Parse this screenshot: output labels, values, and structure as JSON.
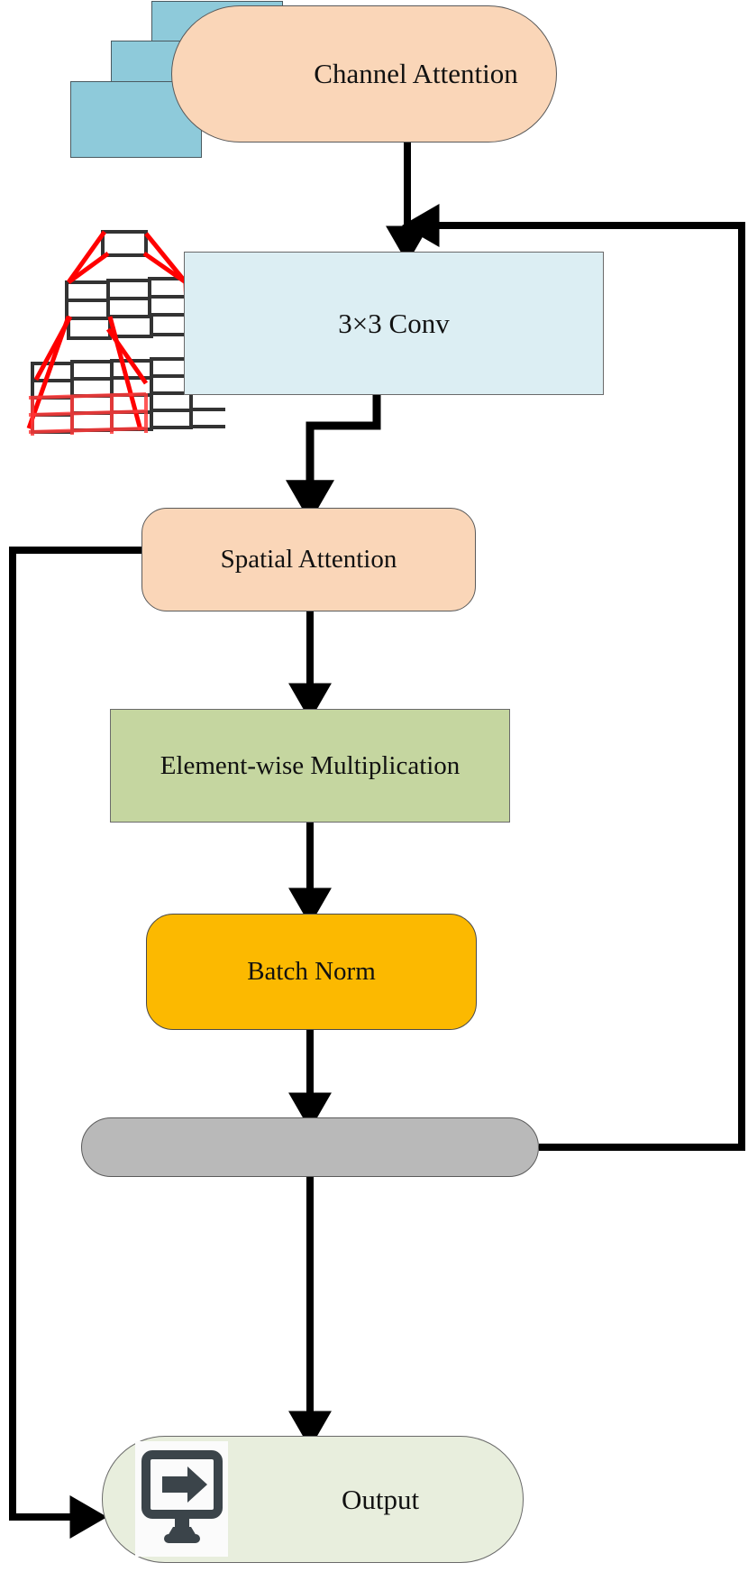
{
  "diagram": {
    "title": "Attention module block diagram",
    "nodes": {
      "channel_attention": {
        "label": "Channel Attention",
        "fill": "#fad6b8",
        "shape": "stadium"
      },
      "conv": {
        "label": "3×3 Conv",
        "fill": "#dceef3",
        "shape": "rect"
      },
      "spatial_attention": {
        "label": "Spatial Attention",
        "fill": "#fad6b8",
        "shape": "rounded-rect"
      },
      "element_wise_multiplication": {
        "label": "Element-wise Multiplication",
        "fill": "#c5d6a0",
        "shape": "rect"
      },
      "batch_norm": {
        "label": "Batch Norm",
        "fill": "#fcb900",
        "shape": "rounded-rect"
      },
      "concat_pill": {
        "label": "",
        "fill": "#b9b9b9",
        "shape": "stadium"
      },
      "output": {
        "label": "Output",
        "fill": "#e8eedd",
        "shape": "stadium",
        "icon": "monitor-export-icon"
      }
    },
    "decorations": {
      "feature_maps_icon": "stacked-feature-maps-icon",
      "feature_maps_fill": "#8ecada",
      "pyramid_icon": "feature-pyramid-grid-icon",
      "pyramid_highlight_color": "#ff0000",
      "pyramid_grid_color": "#333333"
    },
    "edges": [
      {
        "from": "channel_attention",
        "to": "conv",
        "type": "arrow-down"
      },
      {
        "from": "conv",
        "to": "spatial_attention",
        "type": "arrow-down-jog"
      },
      {
        "from": "spatial_attention",
        "to": "element_wise_multiplication",
        "type": "arrow-down"
      },
      {
        "from": "element_wise_multiplication",
        "to": "batch_norm",
        "type": "arrow-down"
      },
      {
        "from": "batch_norm",
        "to": "concat_pill",
        "type": "arrow-down"
      },
      {
        "from": "concat_pill",
        "to": "output",
        "type": "arrow-down"
      },
      {
        "from": "concat_pill",
        "to": "conv",
        "type": "feedback-right-up"
      },
      {
        "from": "spatial_attention",
        "to": "output",
        "type": "skip-left-down"
      }
    ],
    "colors": {
      "line": "#000000",
      "accent_red": "#ff0000",
      "peach": "#fad6b8",
      "light_blue": "#dceef3",
      "green": "#c5d6a0",
      "orange": "#fcb900",
      "gray": "#b9b9b9",
      "pale_green": "#e8eedd",
      "card_blue": "#8ecada"
    }
  }
}
